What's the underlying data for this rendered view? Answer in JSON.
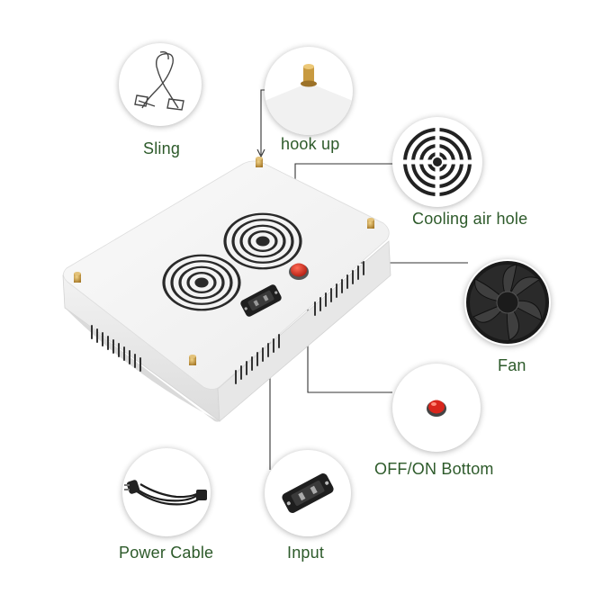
{
  "colors": {
    "label_text": "#2d5a2a",
    "leader_line": "#333333",
    "housing": "#f4f4f4",
    "switch_red": "#d9261c"
  },
  "callouts": {
    "sling": {
      "label": "Sling",
      "icon": "sling-wire-icon"
    },
    "hook_up": {
      "label": "hook up",
      "icon": "brass-hook-icon"
    },
    "cooling_air_hole": {
      "label": "Cooling air hole",
      "icon": "vent-grille-icon"
    },
    "fan": {
      "label": "Fan",
      "icon": "fan-icon"
    },
    "off_on_bottom": {
      "label": "OFF/ON Bottom",
      "icon": "power-switch-icon"
    },
    "power_cable": {
      "label": "Power Cable",
      "icon": "power-cable-icon"
    },
    "input": {
      "label": "Input",
      "icon": "power-socket-icon"
    }
  }
}
